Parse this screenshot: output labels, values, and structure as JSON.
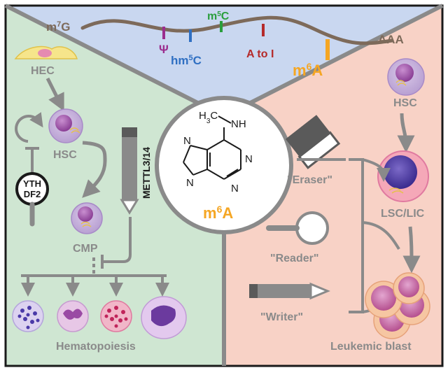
{
  "colors": {
    "top_bg": "#c9d7f0",
    "left_bg": "#cfe6d2",
    "right_bg": "#f8d2c6",
    "frame": "#1a1a1a",
    "divider": "#8a8a8a",
    "mrna": "#7d6a5a",
    "grey_label": "#8a8a8a",
    "m6a": "#f5a623",
    "psi": "#9b2d8e",
    "hm5c": "#2f6fc2",
    "m5c": "#2a9e3c",
    "atoi": "#b52a2a",
    "cell_purple": "#8e5aa8",
    "cell_pink": "#e07aa0",
    "nucleus": "#c9c1d6"
  },
  "mrna": {
    "cap": "m7G",
    "cap_super": "7",
    "tail": "AAA",
    "marks": {
      "psi": "Ψ",
      "hm5c_a": "hm",
      "hm5c_sup": "5",
      "hm5c_b": "C",
      "m5c_a": "m",
      "m5c_sup": "5",
      "m5c_b": "C",
      "atoi": "A to I",
      "m6a_a": "m",
      "m6a_sup": "6",
      "m6a_b": "A"
    }
  },
  "left": {
    "hec": "HEC",
    "hsc": "HSC",
    "cmp": "CMP",
    "ythdf2_line1": "YTH",
    "ythdf2_line2": "DF2",
    "mettl": "METTL3/14",
    "footer": "Hematopoiesis"
  },
  "center": {
    "methyl_h": "H",
    "methyl_sub": "3",
    "methyl_c": "C",
    "nh": "N",
    "nh_h": "H",
    "n1": "N",
    "n3": "N",
    "n7": "N",
    "n9": "N",
    "caption_a": "m",
    "caption_sup": "6",
    "caption_b": "A"
  },
  "right": {
    "hsc": "HSC",
    "lsc": "LSC/LIC",
    "eraser": "\"Eraser\"",
    "reader": "\"Reader\"",
    "writer": "\"Writer\"",
    "footer": "Leukemic blast"
  }
}
